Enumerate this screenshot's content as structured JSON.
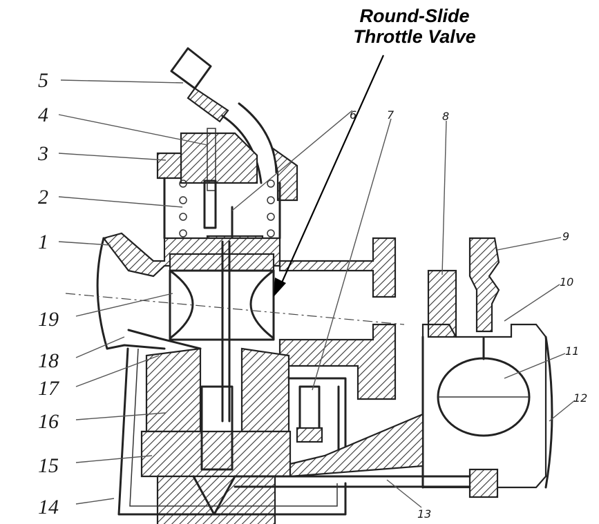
{
  "title": {
    "line1": "Round-Slide",
    "line2": "Throttle Valve"
  },
  "left_labels": [
    "5",
    "4",
    "3",
    "2",
    "1",
    "19",
    "18",
    "17",
    "16",
    "15",
    "14"
  ],
  "top_labels": [
    "6",
    "7",
    "8",
    "9",
    "10",
    "11",
    "12",
    "13"
  ],
  "colors": {
    "ink": "#222222",
    "background": "#ffffff"
  }
}
